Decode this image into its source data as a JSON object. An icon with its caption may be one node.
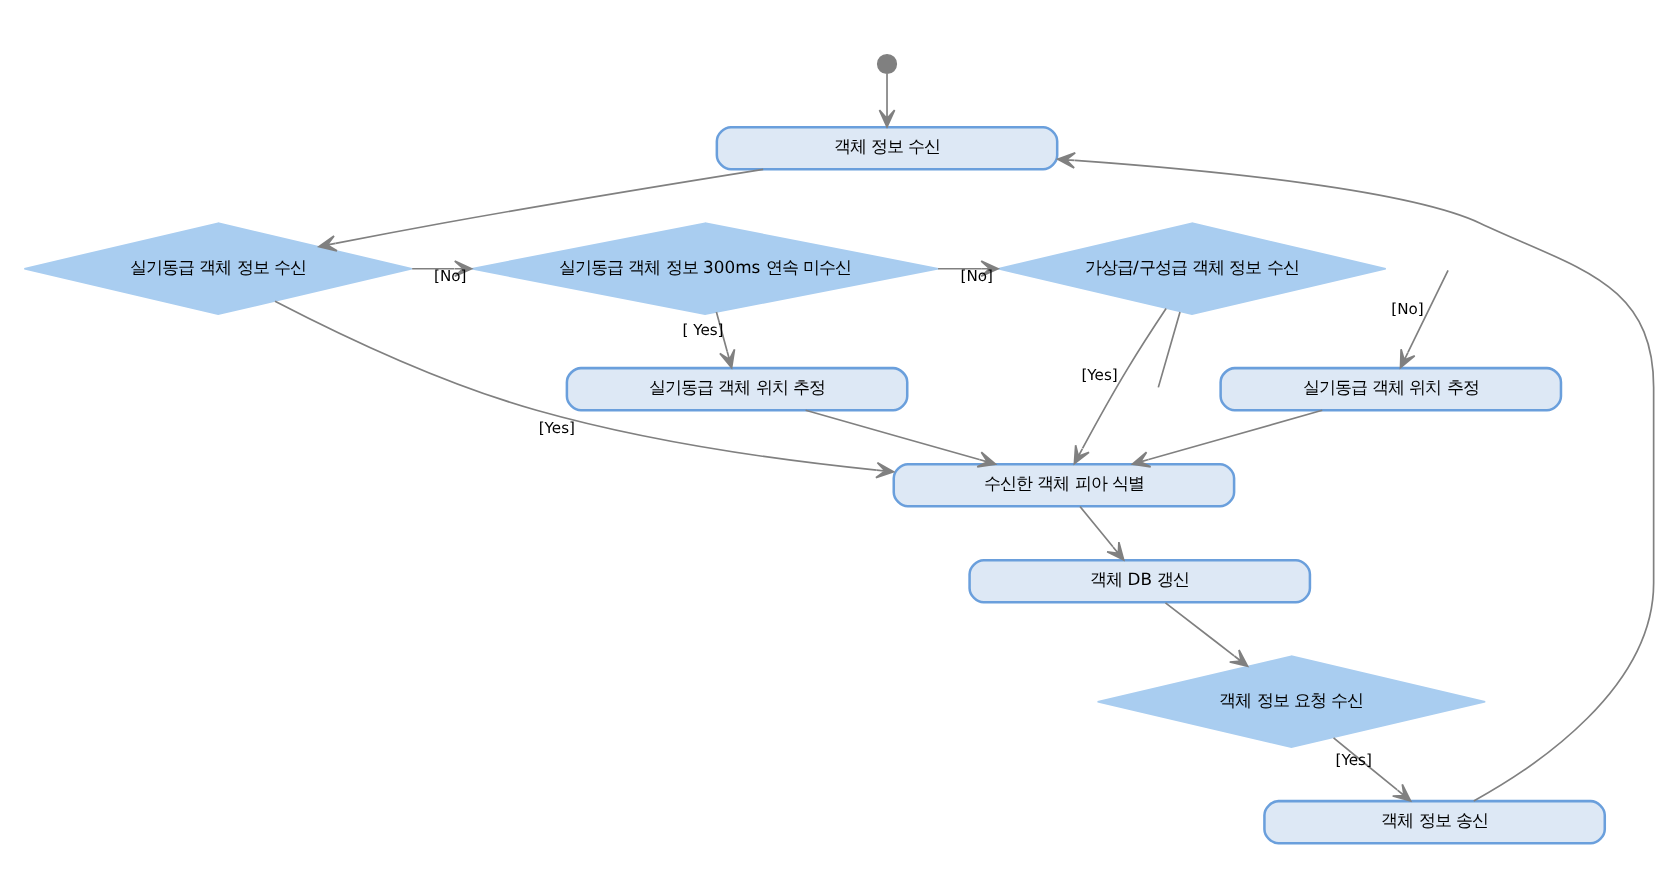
{
  "diagram": {
    "nodes": [
      {
        "text": [],
        "shape": "circle"
      },
      {
        "text": [
          "객체 정보 수신"
        ]
      },
      {
        "text": [
          "실기동급 객체 정보 수신"
        ]
      },
      {
        "text": [
          "실기동급 객체 정보 300ms 연속 미수신"
        ]
      },
      {
        "text": [
          "가상급/구성급 객체 정보 수신"
        ]
      },
      {
        "text": [
          "실기동급 객체 위치 추정"
        ]
      },
      {
        "text": [
          "수신한 객체 피아 식별"
        ]
      },
      {
        "text": [
          "객체 DB 갱신"
        ]
      },
      {
        "text": [
          "객체 정보 요청 수신"
        ]
      },
      {
        "text": [
          "객체 정보 송신"
        ]
      },
      {
        "text": [
          "실기동급 객체 위치 추정"
        ]
      }
    ],
    "edges": [
      {
        "from": 0,
        "to": 1,
        "arrow": "to"
      },
      {
        "from": 1,
        "to": 2,
        "arrow": "to"
      },
      {
        "from": 2,
        "to": 3,
        "label": "[No]",
        "arrow": "to"
      },
      {
        "from": 2,
        "to": 6,
        "label": "[Yes]",
        "arrow": "to"
      },
      {
        "from": 3,
        "to": 5,
        "label": "[ Yes]",
        "arrow": "to"
      },
      {
        "from": 3,
        "to": 4,
        "label": "[No]",
        "arrow": "to"
      },
      {
        "from": 5,
        "to": 6,
        "arrow": "to"
      },
      {
        "from": 4,
        "to": 6,
        "label": "[Yes]",
        "arrow": "to"
      },
      {
        "from": 4,
        "to": null,
        "arrow": "none"
      },
      {
        "from": null,
        "to": 10,
        "label": "[No]",
        "arrow": "to"
      },
      {
        "from": 10,
        "to": 6,
        "arrow": "to"
      },
      {
        "from": 6,
        "to": 7,
        "arrow": "to"
      },
      {
        "from": 7,
        "to": 8,
        "arrow": "to"
      },
      {
        "from": 8,
        "to": 9,
        "label": "[Yes]",
        "arrow": "to"
      },
      {
        "from": 9,
        "to": 1,
        "arrow": "to"
      }
    ]
  }
}
